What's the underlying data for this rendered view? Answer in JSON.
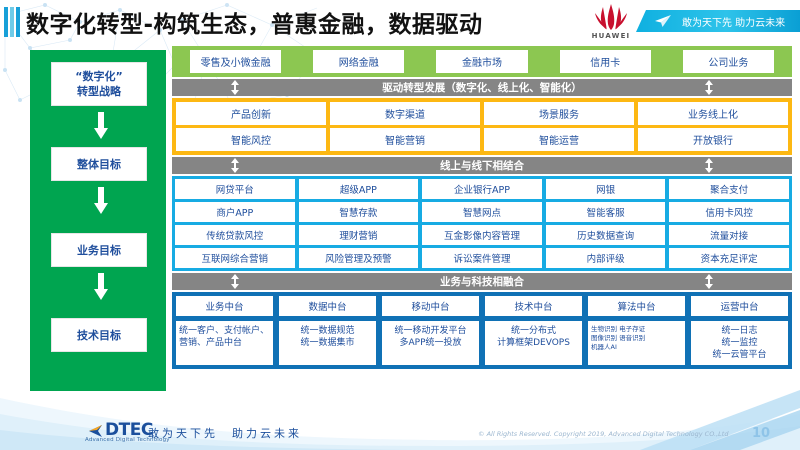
{
  "header": {
    "title": "数字化转型-构筑生态，普惠金融，数据驱动",
    "huawei_word": "HUAWEI",
    "banner_slogan": "敢为天下先 助力云未来",
    "logo_icon": "huawei-flower-logo",
    "plane_icon": "paper-plane-icon"
  },
  "sidebar": {
    "color": "#00A550",
    "items": [
      {
        "label": "“数字化”\n转型战略"
      },
      {
        "label": "整体目标"
      },
      {
        "label": "业务目标"
      },
      {
        "label": "技术目标"
      }
    ],
    "labels": [
      "“数字化”转型战略",
      "整体目标",
      "业务目标",
      "技术目标"
    ],
    "arrow_icon": "down-arrow-icon"
  },
  "business_band": {
    "color": "#8CC751",
    "items": [
      "零售及小微金融",
      "网络金融",
      "金融市场",
      "信用卡",
      "公司业务"
    ]
  },
  "connector1": {
    "text": "驱动转型发展（数字化、线上化、智能化）",
    "color": "#858585",
    "arrow_icon": "up-down-arrow-icon"
  },
  "transform_band": {
    "color": "#FDB813",
    "row1": [
      "产品创新",
      "数字渠道",
      "场景服务",
      "业务线上化"
    ],
    "row2": [
      "智能风控",
      "智能营销",
      "智能运营",
      "开放银行"
    ]
  },
  "connector2": {
    "text": "线上与线下相结合",
    "color": "#858585",
    "arrow_icon": "up-down-arrow-icon"
  },
  "app_band": {
    "color": "#17ABE3",
    "row1": [
      "网贷平台",
      "超级APP",
      "企业银行APP",
      "网银",
      "聚合支付"
    ],
    "row2": [
      "商户APP",
      "智慧存款",
      "智慧网点",
      "智能客服",
      "信用卡风控"
    ],
    "row3": [
      "传统贷款风控",
      "理财营销",
      "互金影像内容管理",
      "历史数据查询",
      "流量对接"
    ],
    "row4": [
      "互联网综合营销",
      "风险管理及预警",
      "诉讼案件管理",
      "内部评级",
      "资本充足评定"
    ]
  },
  "connector3": {
    "text": "业务与科技相融合",
    "color": "#858585",
    "arrow_icon": "up-down-arrow-icon"
  },
  "platform_band": {
    "color": "#1071B5",
    "headers": [
      "业务中台",
      "数据中台",
      "移动中台",
      "技术中台",
      "算法中台",
      "运营中台"
    ],
    "details": [
      "统一客户、支付帐户、营销、产品中台",
      "统一数据规范\n统一数据集市",
      "统一移动开发平台\n多APP统一投放",
      "统一分布式\n计算框架DEVOPS",
      "生物识别 电子存证\n图像识别 语音识别\n机器人AI",
      "统一日志\n统一监控\n统一云管平台"
    ]
  },
  "footer": {
    "logo_name": "DTEC",
    "logo_sub": "Advanced Digital Technology",
    "slogan": "敢为天下先　助力云未来",
    "copyright": "© All Rights Reserved. Copyright 2019, Advanced Digital Technology CO.,Ltd",
    "page_number": "10",
    "logo_icon": "dtec-triangle-icon"
  }
}
